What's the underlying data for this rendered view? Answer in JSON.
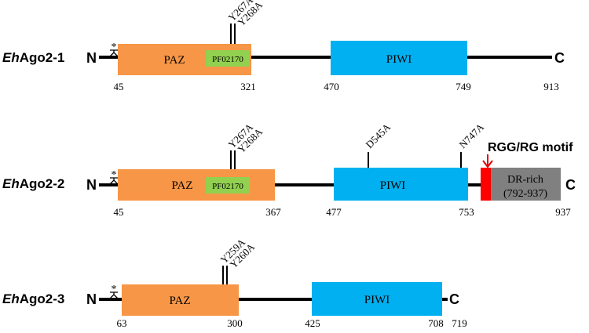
{
  "proteins": [
    {
      "name_italic": "Eh",
      "name_rest": "Ago2-1",
      "n_label": "N",
      "c_label": "C",
      "star": "*",
      "domains": [
        {
          "label": "PAZ",
          "start": "45",
          "end": "321",
          "color": "#F79646"
        },
        {
          "label": "PIWI",
          "start": "470",
          "end": "749",
          "color": "#00B0F0"
        }
      ],
      "pfam": {
        "label": "PF02170",
        "color": "#92D050"
      },
      "end_label": "913",
      "mutations": [
        "Y267A",
        "Y268A"
      ]
    },
    {
      "name_italic": "Eh",
      "name_rest": "Ago2-2",
      "n_label": "N",
      "c_label": "C",
      "star": "*",
      "domains": [
        {
          "label": "PAZ",
          "start": "45",
          "end": "367",
          "color": "#F79646"
        },
        {
          "label": "PIWI",
          "start": "477",
          "end": "753",
          "color": "#00B0F0"
        }
      ],
      "pfam": {
        "label": "PF02170",
        "color": "#92D050"
      },
      "end_label": "937",
      "mutations": [
        "Y267A",
        "Y268A"
      ],
      "piwi_mutations": [
        "D545A",
        "N747A"
      ],
      "motif": {
        "label": "RGG/RG motif",
        "color": "#FF0000"
      },
      "dr_region": {
        "line1": "DR-rich",
        "line2": "(792-937)",
        "color": "#808080"
      }
    },
    {
      "name_italic": "Eh",
      "name_rest": "Ago2-3",
      "n_label": "N",
      "c_label": "C",
      "star": "*",
      "domains": [
        {
          "label": "PAZ",
          "start": "63",
          "end": "300",
          "color": "#F79646"
        },
        {
          "label": "PIWI",
          "start": "425",
          "end": "708",
          "color": "#00B0F0"
        }
      ],
      "end_label": "719",
      "mutations": [
        "Y259A",
        "Y260A"
      ]
    }
  ]
}
